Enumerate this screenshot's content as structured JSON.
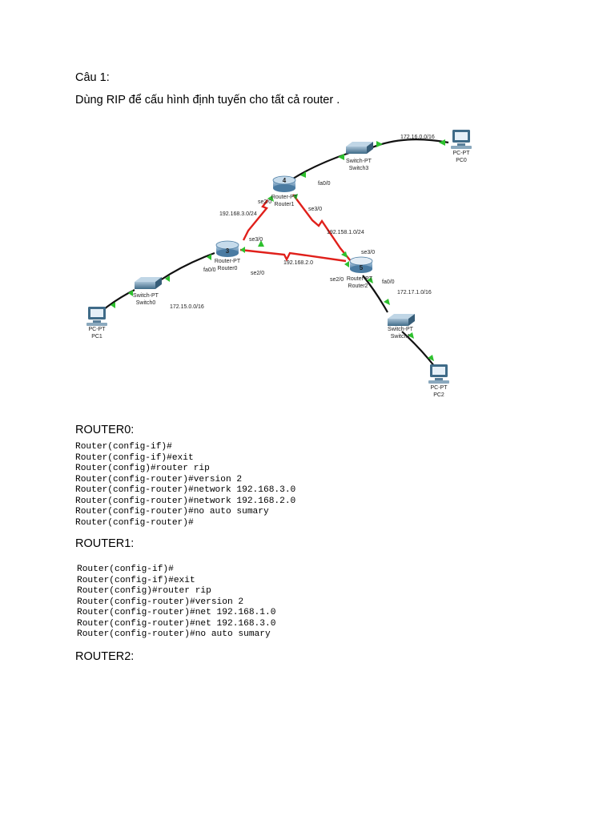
{
  "heading": "Câu 1:",
  "task": "Dùng RIP để cấu hình định tuyến cho tất cả router .",
  "diagram": {
    "devices": {
      "pc0": {
        "model": "PC-PT",
        "name": "PC0"
      },
      "pc1": {
        "model": "PC-PT",
        "name": "PC1"
      },
      "pc2": {
        "model": "PC-PT",
        "name": "PC2"
      },
      "switch3": {
        "model": "Switch-PT",
        "name": "Switch3"
      },
      "switch0": {
        "model": "Switch-PT",
        "name": "Switch0"
      },
      "switch1": {
        "model": "Switch-PT",
        "name": "Switch1"
      },
      "router1": {
        "model": "Router-PT",
        "name": "Router1",
        "number": "4"
      },
      "router0": {
        "model": "Router-PT",
        "name": "Router0",
        "number": "3"
      },
      "router2": {
        "model": "Router-PT",
        "name": "Router2",
        "number": "5"
      }
    },
    "networks": {
      "net_pc0": "172.16.0.0/16",
      "net_r1_r0": "192.168.3.0/24",
      "net_r1_r2": "192.158.1.0/24",
      "net_r0_r2": "192.168.2.0",
      "net_pc1": "172.15.0.0/16",
      "net_pc2": "172.17.1.0/16"
    },
    "interfaces": {
      "r1_fa": "fa0/0",
      "r1_se2": "se2/0",
      "r1_se3": "se3/0",
      "r0_se3": "se3/0",
      "r0_fa": "fa0/0",
      "r0_se2": "se2/0",
      "r2_se3": "se3/0",
      "r2_se2": "se2/0",
      "r2_fa": "fa0/0"
    },
    "colors": {
      "copper": "#111111",
      "serial": "#e0201b",
      "link_up": "#2ec02e",
      "router": "#5d8fb8",
      "switch": "#4d7f9f"
    }
  },
  "sections": {
    "router0_label": "ROUTER0:",
    "router1_label": "ROUTER1:",
    "router2_label": "ROUTER2:"
  },
  "router0_config": [
    "Router(config-if)#",
    "Router(config-if)#exit",
    "Router(config)#router rip",
    "Router(config-router)#version 2",
    "Router(config-router)#network 192.168.3.0",
    "Router(config-router)#network 192.168.2.0",
    "Router(config-router)#no auto sumary",
    "Router(config-router)#"
  ],
  "router1_config": [
    "Router(config-if)#",
    "Router(config-if)#exit",
    "Router(config)#router rip",
    "Router(config-router)#version 2",
    "Router(config-router)#net 192.168.1.0",
    "Router(config-router)#net 192.168.3.0",
    "Router(config-router)#no auto sumary"
  ]
}
